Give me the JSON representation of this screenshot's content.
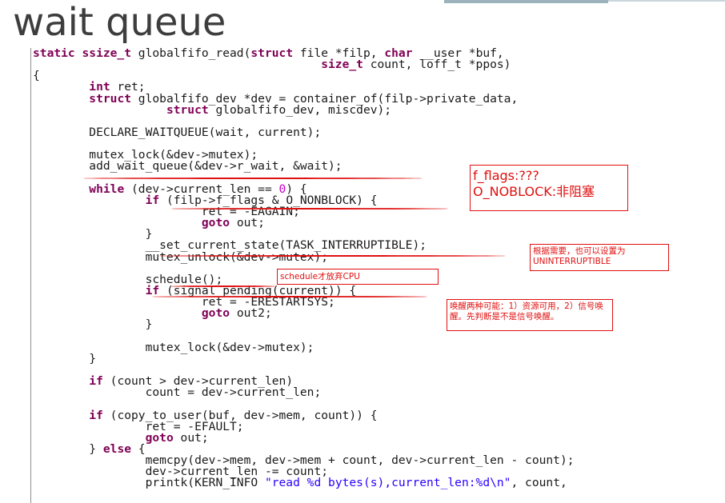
{
  "slide": {
    "title": "wait queue"
  },
  "code_lines": [
    [
      [
        "k",
        "static ssize_t"
      ],
      [
        "t",
        " globalfifo_read("
      ],
      [
        "k",
        "struct"
      ],
      [
        "t",
        " file *filp, "
      ],
      [
        "k",
        "char"
      ],
      [
        "t",
        " __user *buf,"
      ]
    ],
    [
      [
        "t",
        "                                         "
      ],
      [
        "k",
        "size_t"
      ],
      [
        "t",
        " count, loff_t *ppos)"
      ]
    ],
    [
      [
        "t",
        "{"
      ]
    ],
    [
      [
        "t",
        "        "
      ],
      [
        "k",
        "int"
      ],
      [
        "t",
        " ret;"
      ]
    ],
    [
      [
        "t",
        "        "
      ],
      [
        "k",
        "struct"
      ],
      [
        "t",
        " globalfifo_dev *dev = container_of(filp->private_data,"
      ]
    ],
    [
      [
        "t",
        "                   "
      ],
      [
        "k",
        "struct"
      ],
      [
        "t",
        " globalfifo_dev, miscdev);"
      ]
    ],
    [
      [
        "t",
        ""
      ]
    ],
    [
      [
        "t",
        "        DECLARE_WAITQUEUE(wait, current);"
      ]
    ],
    [
      [
        "t",
        ""
      ]
    ],
    [
      [
        "t",
        "        mutex_lock(&dev->mutex);"
      ]
    ],
    [
      [
        "t",
        "        add_wait_queue(&dev->r_wait, &wait);"
      ]
    ],
    [
      [
        "t",
        ""
      ]
    ],
    [
      [
        "t",
        "        "
      ],
      [
        "k",
        "while"
      ],
      [
        "t",
        " (dev->current_len == "
      ],
      [
        "n",
        "0"
      ],
      [
        "t",
        ") {"
      ]
    ],
    [
      [
        "t",
        "                "
      ],
      [
        "k",
        "if"
      ],
      [
        "t",
        " (filp->f_flags & O_NONBLOCK) {"
      ]
    ],
    [
      [
        "t",
        "                        ret = -EAGAIN;"
      ]
    ],
    [
      [
        "t",
        "                        "
      ],
      [
        "k",
        "goto"
      ],
      [
        "t",
        " out;"
      ]
    ],
    [
      [
        "t",
        "                }"
      ]
    ],
    [
      [
        "t",
        "                __set_current_state(TASK_INTERRUPTIBLE);"
      ]
    ],
    [
      [
        "t",
        "                mutex_unlock(&dev->mutex);"
      ]
    ],
    [
      [
        "t",
        ""
      ]
    ],
    [
      [
        "t",
        "                schedule();"
      ]
    ],
    [
      [
        "t",
        "                "
      ],
      [
        "k",
        "if"
      ],
      [
        "t",
        " (signal_pending(current)) {"
      ]
    ],
    [
      [
        "t",
        "                        ret = -ERESTARTSYS;"
      ]
    ],
    [
      [
        "t",
        "                        "
      ],
      [
        "k",
        "goto"
      ],
      [
        "t",
        " out2;"
      ]
    ],
    [
      [
        "t",
        "                }"
      ]
    ],
    [
      [
        "t",
        ""
      ]
    ],
    [
      [
        "t",
        "                mutex_lock(&dev->mutex);"
      ]
    ],
    [
      [
        "t",
        "        }"
      ]
    ],
    [
      [
        "t",
        ""
      ]
    ],
    [
      [
        "t",
        "        "
      ],
      [
        "k",
        "if"
      ],
      [
        "t",
        " (count > dev->current_len)"
      ]
    ],
    [
      [
        "t",
        "                count = dev->current_len;"
      ]
    ],
    [
      [
        "t",
        ""
      ]
    ],
    [
      [
        "t",
        "        "
      ],
      [
        "k",
        "if"
      ],
      [
        "t",
        " (copy_to_user(buf, dev->mem, count)) {"
      ]
    ],
    [
      [
        "t",
        "                ret = -EFAULT;"
      ]
    ],
    [
      [
        "t",
        "                "
      ],
      [
        "k",
        "goto"
      ],
      [
        "t",
        " out;"
      ]
    ],
    [
      [
        "t",
        "        } "
      ],
      [
        "k",
        "else"
      ],
      [
        "t",
        " {"
      ]
    ],
    [
      [
        "t",
        "                memcpy(dev->mem, dev->mem + count, dev->current_len - count);"
      ]
    ],
    [
      [
        "t",
        "                dev->current_len -= count;"
      ]
    ],
    [
      [
        "t",
        "                printk(KERN_INFO "
      ],
      [
        "s",
        "\"read %d bytes(s),current_len:%d\\n\""
      ],
      [
        "t",
        ", count,"
      ]
    ]
  ],
  "annotations": {
    "f_flags": [
      "f_flags:???",
      "O_NOBLOCK:非阻塞"
    ],
    "uninterruptible": [
      "根据需要，也可以设置为",
      "UNINTERRUPTIBLE"
    ],
    "schedule": [
      "schedule才放弃CPU"
    ],
    "wakeup": [
      "唤醒两种可能：1）资源可用，2）信号唤醒。先判断是不是信号唤醒。"
    ]
  },
  "colors": {
    "keyword": "#7f0055",
    "number": "#c800c8",
    "string": "#2a00ff",
    "annotation": "#e01010",
    "title": "#3d3d3d"
  }
}
